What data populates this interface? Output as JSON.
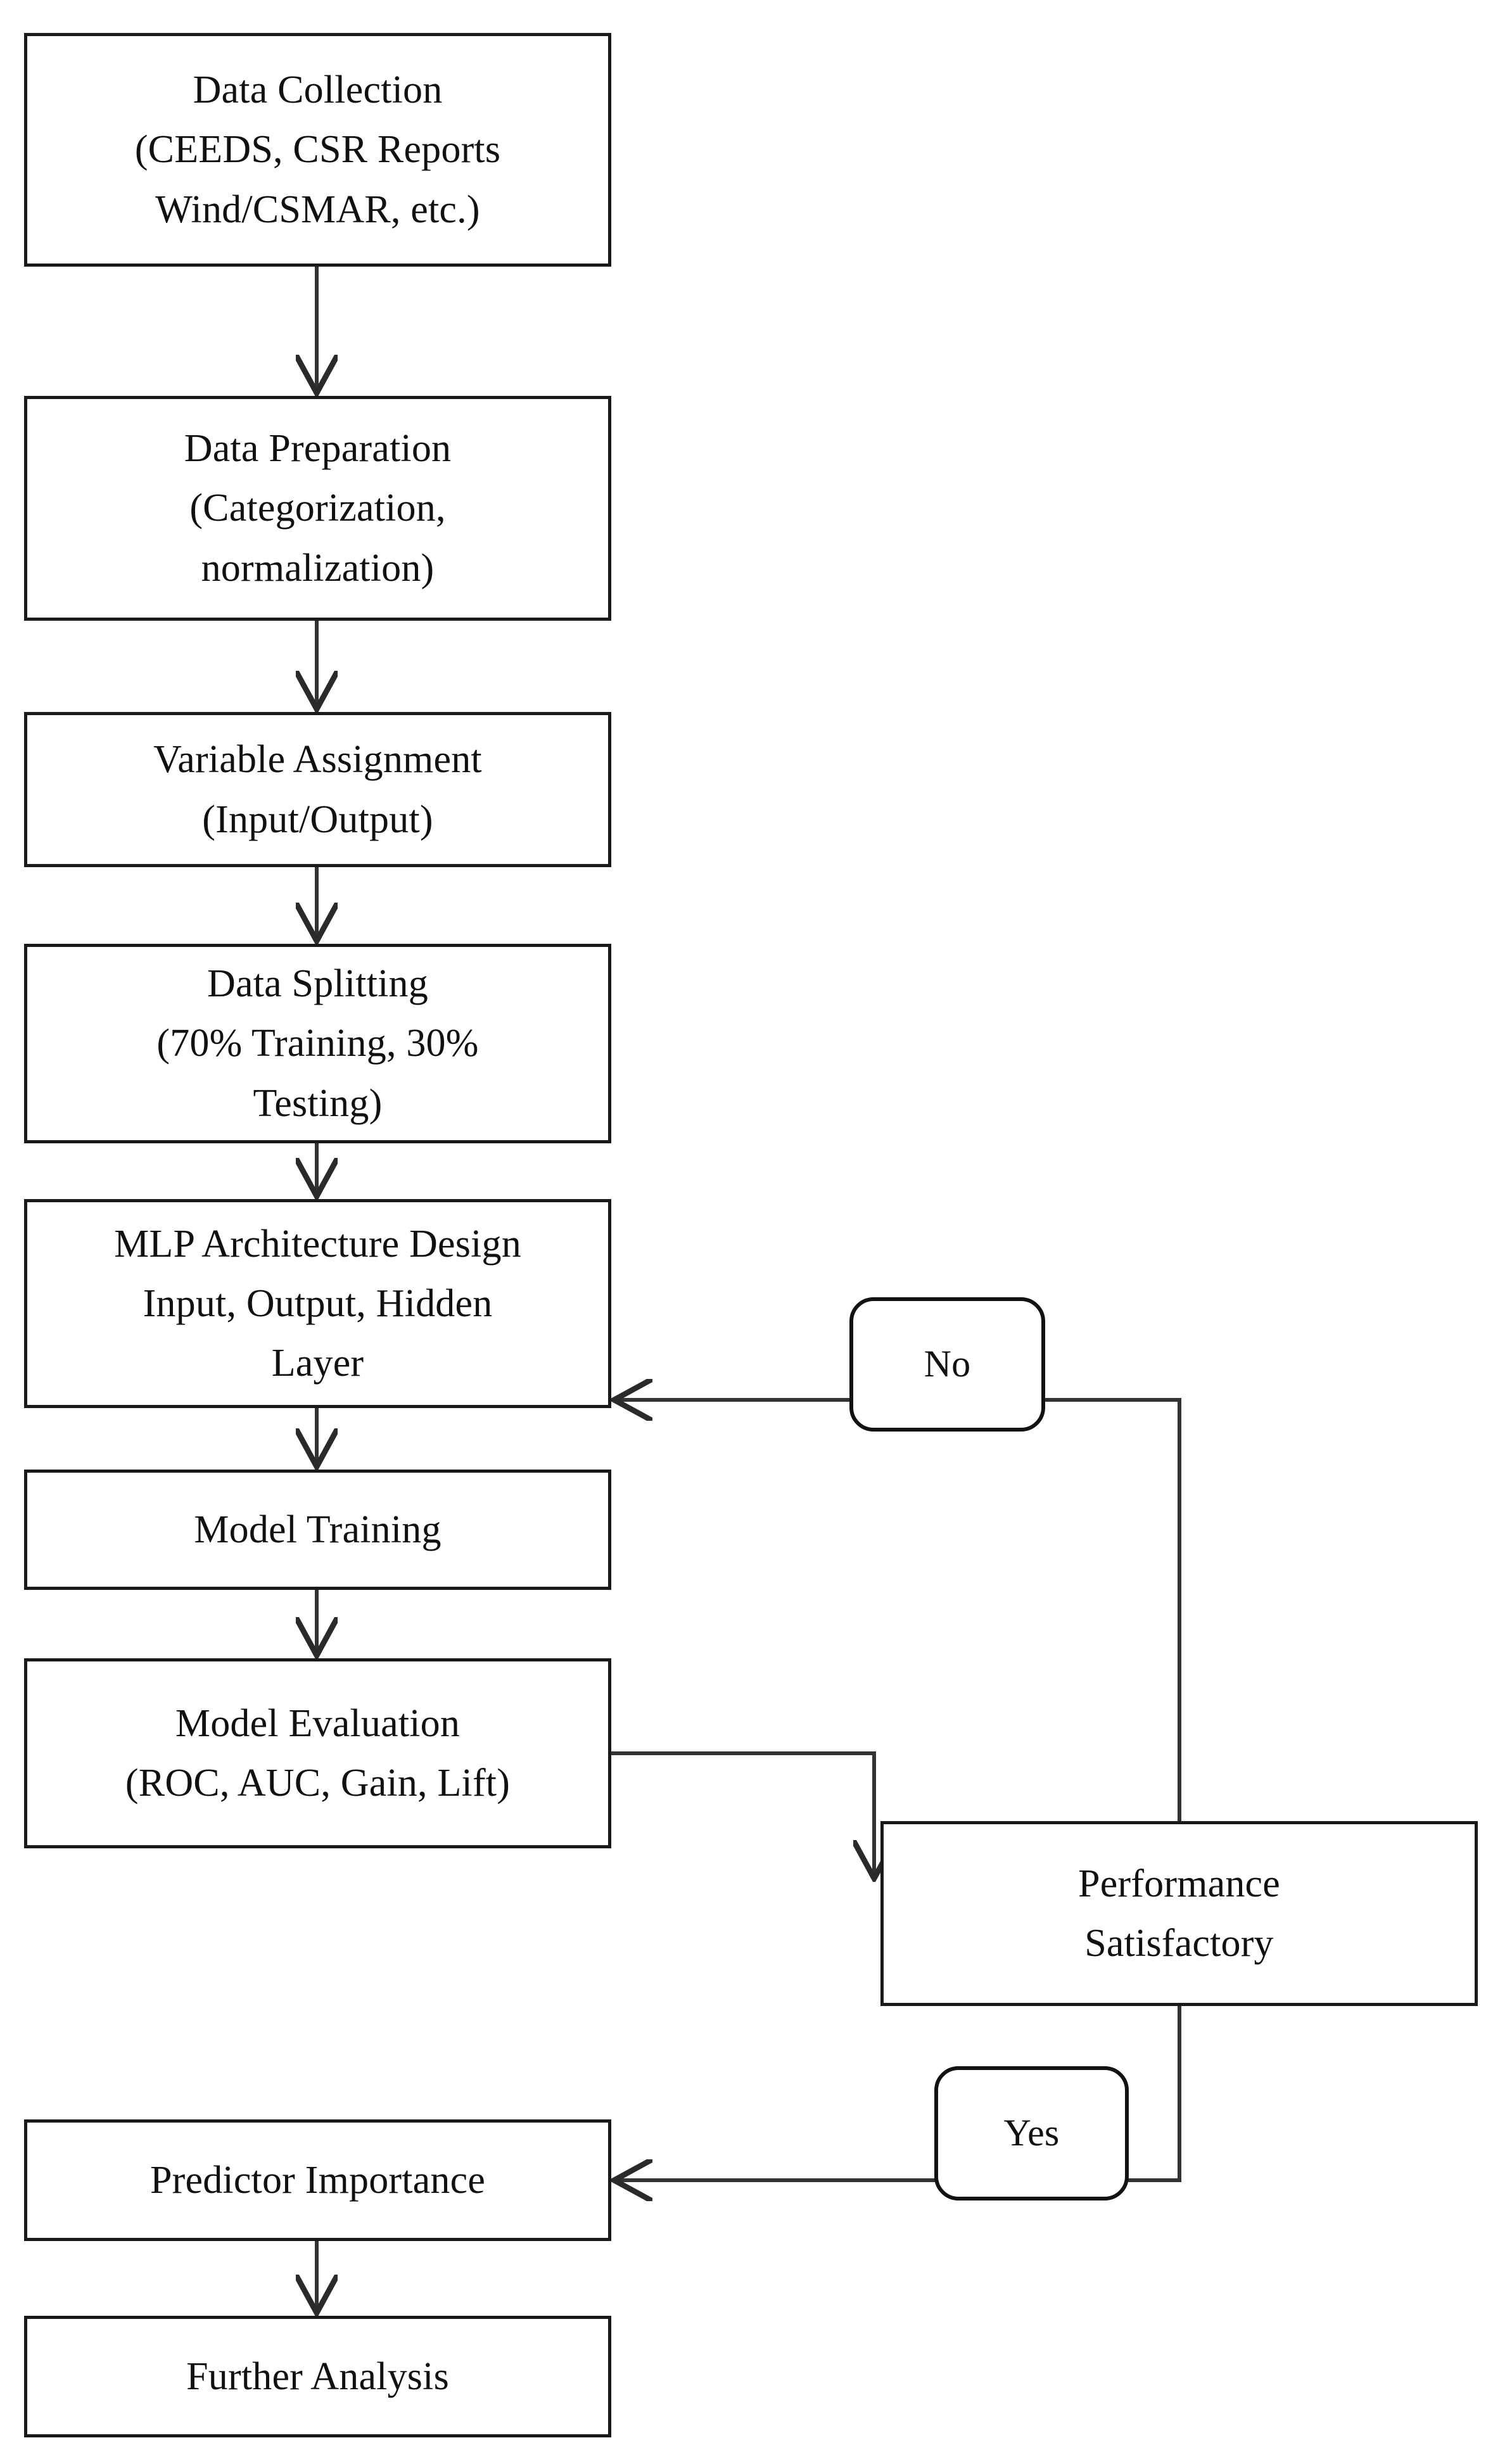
{
  "diagram": {
    "title": "MLP modelling workflow flowchart",
    "orientation": "top-to-bottom",
    "stroke_color": "#1a1a1a",
    "background_color": "#ffffff"
  },
  "nodes": {
    "data_collection": {
      "shape": "rectangle",
      "lines": [
        "Data Collection",
        "(CEEDS, CSR Reports",
        "Wind/CSMAR, etc.)"
      ]
    },
    "data_preparation": {
      "shape": "rectangle",
      "lines": [
        "Data Preparation",
        "(Categorization,",
        "normalization)"
      ]
    },
    "variable_assignment": {
      "shape": "rectangle",
      "lines": [
        "Variable Assignment",
        "(Input/Output)"
      ]
    },
    "data_splitting": {
      "shape": "rectangle",
      "lines": [
        "Data Splitting",
        "(70% Training, 30%",
        "Testing)"
      ]
    },
    "mlp_architecture": {
      "shape": "rectangle",
      "lines": [
        "MLP Architecture Design",
        "Input, Output, Hidden",
        "Layer"
      ]
    },
    "model_training": {
      "shape": "rectangle",
      "lines": [
        "Model Training"
      ]
    },
    "model_evaluation": {
      "shape": "rectangle",
      "lines": [
        "Model Evaluation",
        "(ROC, AUC, Gain, Lift)"
      ]
    },
    "performance": {
      "shape": "rectangle",
      "lines": [
        "Performance",
        "Satisfactory"
      ]
    },
    "predictor_importance": {
      "shape": "rectangle",
      "lines": [
        "Predictor Importance"
      ]
    },
    "further_analysis": {
      "shape": "rectangle",
      "lines": [
        "Further Analysis"
      ]
    },
    "label_no": {
      "shape": "rounded-rectangle",
      "lines": [
        "No"
      ]
    },
    "label_yes": {
      "shape": "rounded-rectangle",
      "lines": [
        "Yes"
      ]
    }
  },
  "edges": [
    {
      "from": "data_collection",
      "to": "data_preparation",
      "label": ""
    },
    {
      "from": "data_preparation",
      "to": "variable_assignment",
      "label": ""
    },
    {
      "from": "variable_assignment",
      "to": "data_splitting",
      "label": ""
    },
    {
      "from": "data_splitting",
      "to": "mlp_architecture",
      "label": ""
    },
    {
      "from": "mlp_architecture",
      "to": "model_training",
      "label": ""
    },
    {
      "from": "model_training",
      "to": "model_evaluation",
      "label": ""
    },
    {
      "from": "model_evaluation",
      "to": "performance",
      "label": ""
    },
    {
      "from": "performance",
      "to": "mlp_architecture",
      "label": "No"
    },
    {
      "from": "performance",
      "to": "predictor_importance",
      "label": "Yes"
    },
    {
      "from": "predictor_importance",
      "to": "further_analysis",
      "label": ""
    }
  ]
}
